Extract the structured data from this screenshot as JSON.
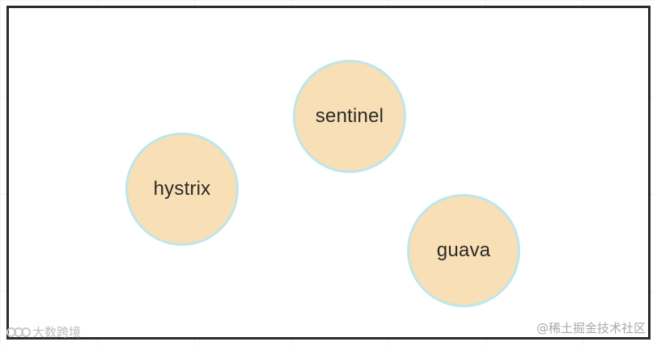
{
  "nodes": {
    "sentinel": "sentinel",
    "hystrix": "hystrix",
    "guava": "guava"
  },
  "watermarks": {
    "left": "大数跨境",
    "right": "@稀土掘金技术社区"
  },
  "colors": {
    "node_fill": "#f8dfb5",
    "node_border": "#bfe6ea",
    "frame_border": "#2b2b2b"
  }
}
